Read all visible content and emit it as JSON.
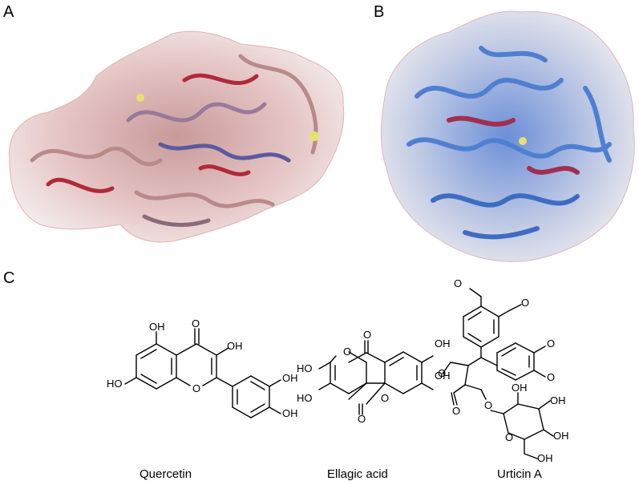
{
  "panels": {
    "a": {
      "label": "A"
    },
    "b": {
      "label": "B"
    },
    "c": {
      "label": "C"
    }
  },
  "molecules": {
    "quercetin": {
      "name": "Quercetin"
    },
    "ellagic": {
      "name": "Ellagic acid"
    },
    "urticin": {
      "name": "Urticin A"
    }
  },
  "atoms": {
    "oh": "OH",
    "ho": "HO",
    "o": "O"
  },
  "colors": {
    "protein_a_ribbon": "#b88a8a",
    "protein_a_accent": "#b02a3a",
    "protein_b_ribbon": "#4f7fd0",
    "surface_red": "#e8a0a0",
    "surface_blue": "#a9b8ea",
    "surface_white": "#f2eeee",
    "ligand_yellow": "#e8e070"
  }
}
